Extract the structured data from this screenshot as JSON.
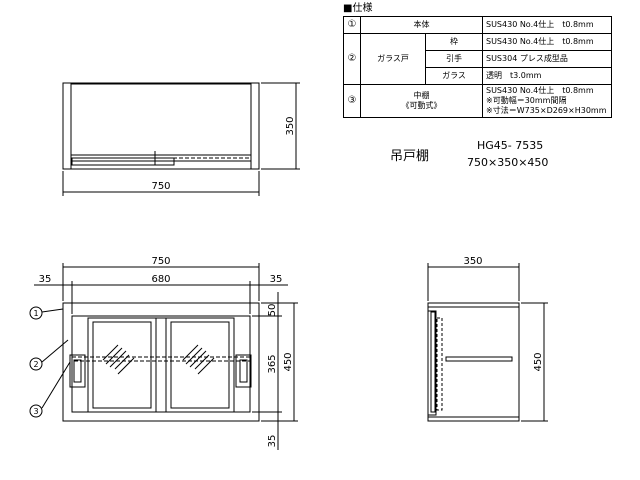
{
  "spec": {
    "title": "■仕様",
    "rows": [
      {
        "no": "①",
        "label": "本体",
        "value": "SUS430 No.4仕上　t0.8mm"
      },
      {
        "no": "②",
        "label": "ガラス戸",
        "sub": [
          {
            "label": "枠",
            "value": "SUS430 No.4仕上　t0.8mm"
          },
          {
            "label": "引手",
            "value": "SUS304 プレス成型品"
          },
          {
            "label": "ガラス",
            "value": "透明　t3.0mm"
          }
        ]
      },
      {
        "no": "③",
        "label1": "中棚",
        "label2": "《可動式》",
        "lines": [
          "SUS430 No.4仕上　t0.8mm",
          "※可動幅＝30mm間隔",
          "※寸法＝W735×D269×H30mm"
        ]
      }
    ]
  },
  "model": {
    "name": "吊戸棚",
    "number": "HG45- 7535",
    "size": "750×350×450"
  },
  "dims": {
    "top_width": "750",
    "top_depth": "350",
    "front_width": "750",
    "front_inner": "680",
    "front_side_left": "35",
    "front_side_right": "35",
    "front_top": "50",
    "front_mid": "365",
    "front_bottom": "35",
    "front_height": "450",
    "side_depth": "350",
    "side_height": "450"
  },
  "callouts": [
    "1",
    "2",
    "3"
  ]
}
